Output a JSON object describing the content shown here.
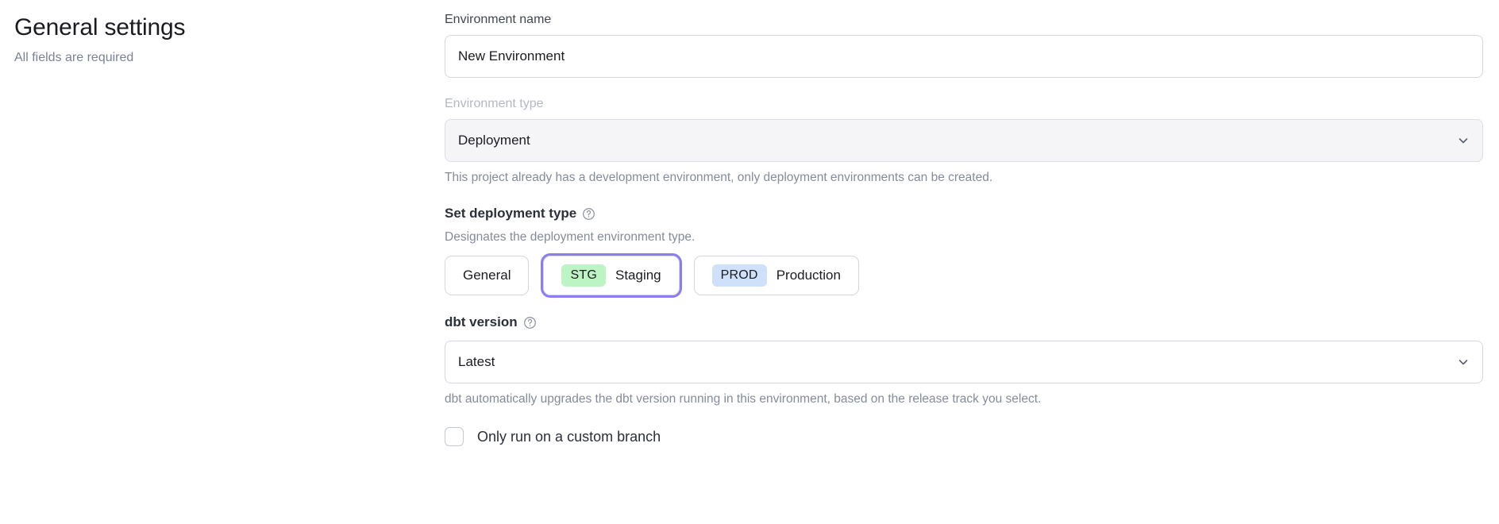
{
  "header": {
    "title": "General settings",
    "subtitle": "All fields are required"
  },
  "form": {
    "environment_name": {
      "label": "Environment name",
      "value": "New Environment",
      "placeholder": "Environment name"
    },
    "environment_type": {
      "label": "Environment type",
      "value": "Deployment",
      "chevron_icon": "chevron-down-icon",
      "help": "This project already has a development environment, only deployment environments can be created.",
      "disabled": true
    },
    "deployment_type": {
      "heading": "Set deployment type",
      "info_icon": "question-circle-icon",
      "description": "Designates the deployment environment type.",
      "options": [
        {
          "badge": "",
          "label": "General",
          "selected": false
        },
        {
          "badge": "STG",
          "label": "Staging",
          "selected": true
        },
        {
          "badge": "PROD",
          "label": "Production",
          "selected": false
        }
      ]
    },
    "dbt_version": {
      "heading": "dbt version",
      "info_icon": "question-circle-icon",
      "value": "Latest",
      "chevron_icon": "chevron-down-icon",
      "help": "dbt automatically upgrades the dbt version running in this environment, based on the release track you select."
    },
    "custom_branch": {
      "label": "Only run on a custom branch",
      "checked": false
    }
  },
  "colors": {
    "focus_ring": "#8b7cf0",
    "badge_stg_bg": "#bdf4c4",
    "badge_prod_bg": "#cfe0fb",
    "border": "#d4d7e0",
    "muted_text": "#868b9b",
    "readonly_bg": "#f5f5f7"
  }
}
